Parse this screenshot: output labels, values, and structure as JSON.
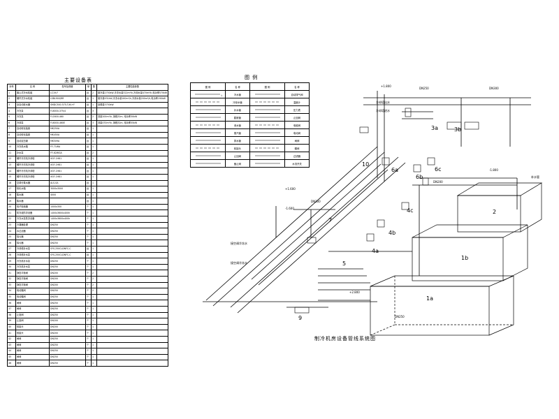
{
  "equipment_table": {
    "title": "主要设备表",
    "headers": [
      "序号",
      "名 称",
      "型号及规格",
      "单",
      "数",
      "主要性能参数"
    ],
    "rows": [
      [
        "1",
        "离心式冷水机组",
        "LC19-F",
        "台",
        "2",
        "制冷量2750kW,冷冻水量322m³/h,冷却水量470m³/h,电功率570kW"
      ],
      [
        "2",
        "螺杆式冷水机组",
        "LSBL900/RR",
        "台",
        "1",
        "制冷量931kW,冷冻水量160m³/h,冷却水量200m³/h,电功率190kW"
      ],
      [
        "3",
        "全自动软水器",
        "SMDC500-575-T(H)+F",
        "台",
        "1",
        "处理量3750kW"
      ],
      [
        "4",
        "冷冻泵",
        "FL6000-375/4",
        "台",
        "3",
        ""
      ],
      [
        "5",
        "冷冻泵",
        "FL1600-460",
        "台",
        "2",
        "流量200m³/h, 扬程32m, 电功率30kW"
      ],
      [
        "6",
        "冷却泵",
        "FL6000-460E",
        "台",
        "3",
        "流量470m³/h, 扬程32m, 电功率55kW"
      ],
      [
        "7",
        "自动软化装置",
        "MK250A",
        "台",
        "1",
        ""
      ],
      [
        "8",
        "自动软化装置",
        "MK450A",
        "台",
        "1",
        ""
      ],
      [
        "9",
        "自动定压罐",
        "MK509A",
        "台",
        "1",
        ""
      ],
      [
        "10",
        "冷冻机水箱",
        "FF-71WA",
        "台",
        "1",
        ""
      ],
      [
        "11",
        "补水泵",
        "FF-62WGA",
        "台",
        "2",
        ""
      ],
      [
        "12",
        "螺杆冷冻机冷却塔",
        "XGF-1H81",
        "台",
        "1",
        ""
      ],
      [
        "13",
        "螺杆冷冻机冷却塔",
        "XGF-1H81",
        "台",
        "1",
        ""
      ],
      [
        "14",
        "螺杆冷冻机冷却塔",
        "XGF-1H81",
        "台",
        "1",
        ""
      ],
      [
        "15",
        "螺杆冷冻机冷却塔",
        "XGF-1H81",
        "台",
        "1",
        ""
      ],
      [
        "16",
        "空调分集水器",
        "ALS-SA",
        "台",
        "1",
        ""
      ],
      [
        "17",
        "软化水箱",
        "3000x3000",
        "台",
        "1",
        ""
      ],
      [
        "18",
        "集水器",
        "4000",
        "台",
        "1",
        ""
      ],
      [
        "19",
        "集水器",
        "",
        "台",
        "1",
        ""
      ],
      [
        "20",
        "电子除垢器",
        "1000x300",
        "个",
        "1",
        ""
      ],
      [
        "21",
        "防冻液防冻设备",
        "1400x3600x400h",
        "个",
        "1",
        ""
      ],
      [
        "22",
        "冷冻水泵防冻设备",
        "1400x3600x400h",
        "个",
        "1",
        ""
      ],
      [
        "23",
        "冷凝器处理",
        "DN250",
        "个",
        "1",
        ""
      ],
      [
        "24",
        "水过滤器",
        "DN250",
        "个",
        "1",
        ""
      ],
      [
        "25",
        "除污器",
        "DN250",
        "个",
        "1",
        ""
      ],
      [
        "26",
        "除污器",
        "DN250",
        "个",
        "1",
        ""
      ],
      [
        "27",
        "冷却塔补水泵",
        "SYS-250CLDNFC-C",
        "台",
        "1",
        ""
      ],
      [
        "28",
        "冷却塔补水泵",
        "SYS-250CLDNFC-C",
        "台",
        "1",
        ""
      ],
      [
        "29",
        "冷冻机补水泵",
        "DN250",
        "个",
        "1",
        ""
      ],
      [
        "30",
        "冷冻机补水泵",
        "DN250",
        "个",
        "1",
        ""
      ],
      [
        "31",
        "静态平衡阀",
        "DN200",
        "个",
        "2",
        ""
      ],
      [
        "32",
        "静态平衡阀",
        "DN200",
        "个",
        "2",
        ""
      ],
      [
        "33",
        "静态平衡阀",
        "DN200",
        "个",
        "2",
        ""
      ],
      [
        "34",
        "电动蝶阀",
        "DN250",
        "个",
        "2",
        ""
      ],
      [
        "35",
        "电动蝶阀",
        "DN250",
        "个",
        "1",
        ""
      ],
      [
        "36",
        "闸阀",
        "DN250",
        "个",
        "1",
        ""
      ],
      [
        "37",
        "闸阀",
        "DN250",
        "个",
        "1",
        ""
      ],
      [
        "38",
        "止回阀",
        "DN250",
        "个",
        "1",
        ""
      ],
      [
        "39",
        "止回阀",
        "DN200",
        "个",
        "1",
        ""
      ],
      [
        "40",
        "软接头",
        "DN200",
        "个",
        "1",
        ""
      ],
      [
        "41",
        "软接头",
        "DN200",
        "个",
        "1",
        ""
      ],
      [
        "42",
        "闸阀",
        "DN250",
        "个",
        "1",
        ""
      ],
      [
        "43",
        "闸阀",
        "DN250",
        "个",
        "1",
        ""
      ],
      [
        "44",
        "闸阀",
        "DN250",
        "个",
        "1",
        ""
      ],
      [
        "45",
        "闸阀",
        "DN250",
        "个",
        "1",
        ""
      ],
      [
        "46",
        "闸阀",
        "DN250",
        "个",
        "1",
        ""
      ]
    ]
  },
  "legend_table": {
    "title": "图 例",
    "headers": [
      "图 例",
      "名 称",
      "图 例",
      "名 称"
    ],
    "rows": [
      [
        "L",
        "冷水管",
        "",
        "自动排气阀"
      ],
      [
        "",
        "冷却水管",
        "",
        "温度计"
      ],
      [
        "",
        "补水管",
        "",
        "压力表"
      ],
      [
        "",
        "膨胀管",
        "",
        "止回阀"
      ],
      [
        "",
        "泄水管",
        "",
        "电磁阀"
      ],
      [
        "",
        "蒸汽管",
        "",
        "电动阀"
      ],
      [
        "",
        "排水管",
        "",
        "闸阀"
      ],
      [
        "",
        "软接头",
        "",
        "蝶阀"
      ],
      [
        "",
        "止回阀",
        "",
        "过滤器"
      ],
      [
        "",
        "截止阀",
        "",
        "水流开关"
      ]
    ]
  },
  "drawing": {
    "title": "制冷机房设备管线系统图",
    "tank_labels": [
      "1a",
      "1b",
      "2"
    ],
    "equipment_labels": [
      "3a",
      "3b",
      "4a",
      "4b",
      "4c",
      "5",
      "6a",
      "6b",
      "6c",
      "7",
      "9",
      "10"
    ],
    "pipe_labels": [
      "DN250",
      "DN300",
      "DN200",
      "DN250",
      "DN300"
    ],
    "elevations": [
      "+1.800",
      "-1.800",
      "+1.600",
      "-1.600",
      "+2.800"
    ],
    "notes": [
      "冷却塔出水",
      "冷却塔进水",
      "接空调冷冻水",
      "接空调冷冻水",
      "补水管"
    ]
  }
}
